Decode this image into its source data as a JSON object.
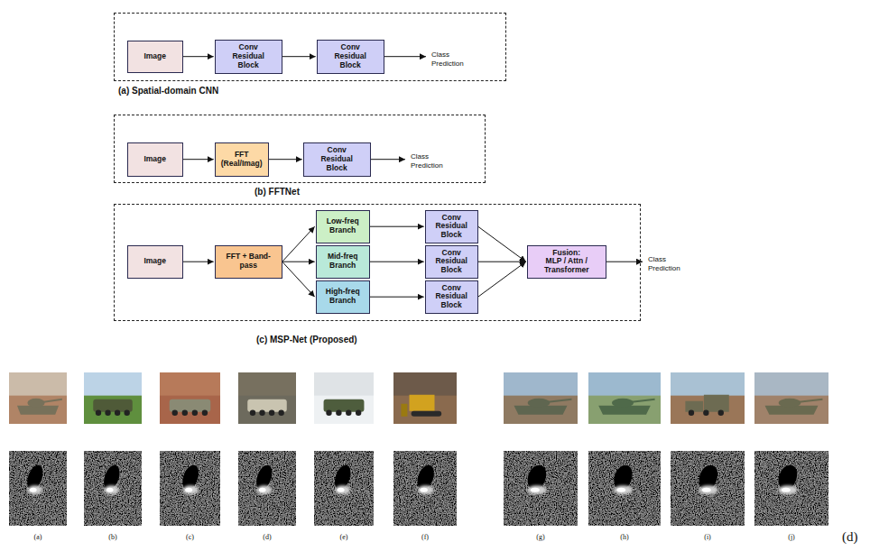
{
  "diagram": {
    "nodes": [
      {
        "text": [
          "(a) Spatial-domain CNN"
        ]
      },
      {
        "text": [
          "Image"
        ],
        "in": 0
      },
      {
        "text": [
          "Conv Residual Block"
        ],
        "in": 0
      },
      {
        "text": [
          "Conv Residual Block"
        ],
        "in": 0
      },
      {
        "text": [
          "(b) FFTNet"
        ]
      },
      {
        "text": [
          "Image"
        ],
        "in": 4
      },
      {
        "text": [
          "FFT (Real/Imag)"
        ],
        "in": 4
      },
      {
        "text": [
          "Conv Residual Block"
        ],
        "in": 4
      },
      {
        "text": [
          "(c) MSP-Net (Proposed)"
        ]
      },
      {
        "text": [
          "Image"
        ],
        "in": 8
      },
      {
        "text": [
          "FFT + Band-pass"
        ],
        "in": 8
      },
      {
        "text": [
          "Low-freq Branch"
        ],
        "in": 8
      },
      {
        "text": [
          "Mid-freq Branch"
        ],
        "in": 8
      },
      {
        "text": [
          "High-freq Branch"
        ],
        "in": 8
      },
      {
        "text": [
          "Conv Residual Block"
        ],
        "in": 8
      },
      {
        "text": [
          "Conv Residual Block"
        ],
        "in": 8
      },
      {
        "text": [
          "Conv Residual Block"
        ],
        "in": 8
      },
      {
        "text": [
          "Fusion: MLP / Attn / Transformer"
        ],
        "in": 8
      }
    ],
    "edges": [
      {
        "from": 1,
        "to": 2,
        "arrow": "to"
      },
      {
        "from": 2,
        "to": 3,
        "arrow": "to"
      },
      {
        "from": 5,
        "to": 6,
        "arrow": "to"
      },
      {
        "from": 6,
        "to": 7,
        "arrow": "to"
      },
      {
        "from": 9,
        "to": 10,
        "arrow": "to"
      },
      {
        "from": 10,
        "to": 11,
        "arrow": "to"
      },
      {
        "from": 10,
        "to": 12,
        "arrow": "to"
      },
      {
        "from": 10,
        "to": 13,
        "arrow": "to"
      },
      {
        "from": 11,
        "to": 14,
        "arrow": "to"
      },
      {
        "from": 12,
        "to": 15,
        "arrow": "to"
      },
      {
        "from": 13,
        "to": 16,
        "arrow": "to"
      },
      {
        "from": 14,
        "to": 17,
        "arrow": "to"
      },
      {
        "from": 15,
        "to": 17,
        "arrow": "to"
      },
      {
        "from": 16,
        "to": 17,
        "arrow": "to"
      }
    ],
    "labels": [
      "Class Prediction",
      "Class Prediction",
      "Class Prediction",
      "(a)",
      "(b)",
      "(c)",
      "(d)",
      "(e)",
      "(f)",
      "(g)",
      "(h)",
      "(i)",
      "(j)",
      "(d)"
    ]
  }
}
